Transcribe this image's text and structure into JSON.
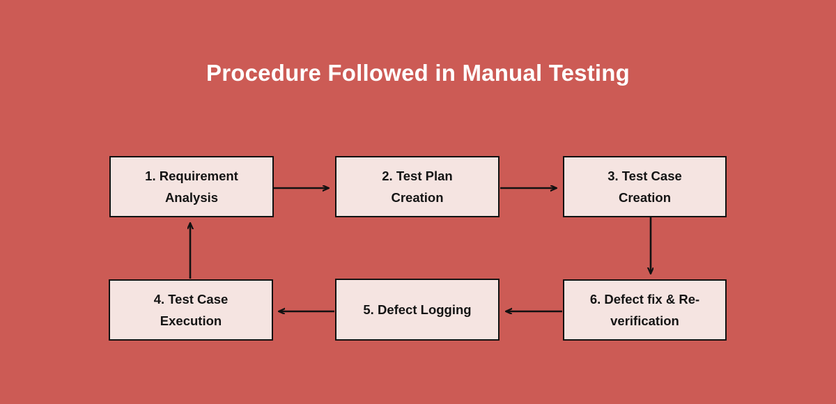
{
  "diagram": {
    "title": "Procedure Followed in Manual Testing",
    "type": "flowchart-cycle",
    "background_color": "#CC5B55",
    "node_fill_color": "#F5E4E1",
    "node_border_color": "#111111",
    "title_color": "#FFFFFF",
    "connector_color": "#111111",
    "nodes": [
      {
        "id": "node-1",
        "number": "1.",
        "text": "1. Requirement Analysis",
        "line1": "1. Requirement",
        "line2": "Analysis"
      },
      {
        "id": "node-2",
        "number": "2.",
        "text": "2. Test Plan Creation",
        "line1": "2. Test Plan",
        "line2": "Creation"
      },
      {
        "id": "node-3",
        "number": "3.",
        "text": "3. Test Case Creation",
        "line1": "3. Test Case",
        "line2": "Creation"
      },
      {
        "id": "node-4",
        "number": "4.",
        "text": "4. Test Case Execution",
        "line1": "4. Test Case",
        "line2": "Execution"
      },
      {
        "id": "node-5",
        "number": "5.",
        "text": "5. Defect Logging",
        "line1": "5. Defect Logging",
        "line2": ""
      },
      {
        "id": "node-6",
        "number": "6.",
        "text": "6. Defect fix & Re-verification",
        "line1": "6. Defect fix & Re-",
        "line2": "verification"
      }
    ],
    "connectors": [
      {
        "id": "arrow-1-to-2",
        "from": "node-1",
        "to": "node-2",
        "direction": "right"
      },
      {
        "id": "arrow-2-to-3",
        "from": "node-2",
        "to": "node-3",
        "direction": "right"
      },
      {
        "id": "arrow-3-to-6",
        "from": "node-3",
        "to": "node-6",
        "direction": "down"
      },
      {
        "id": "arrow-6-to-5",
        "from": "node-6",
        "to": "node-5",
        "direction": "left"
      },
      {
        "id": "arrow-5-to-4",
        "from": "node-5",
        "to": "node-4",
        "direction": "left"
      },
      {
        "id": "arrow-4-to-1",
        "from": "node-4",
        "to": "node-1",
        "direction": "up"
      }
    ]
  }
}
